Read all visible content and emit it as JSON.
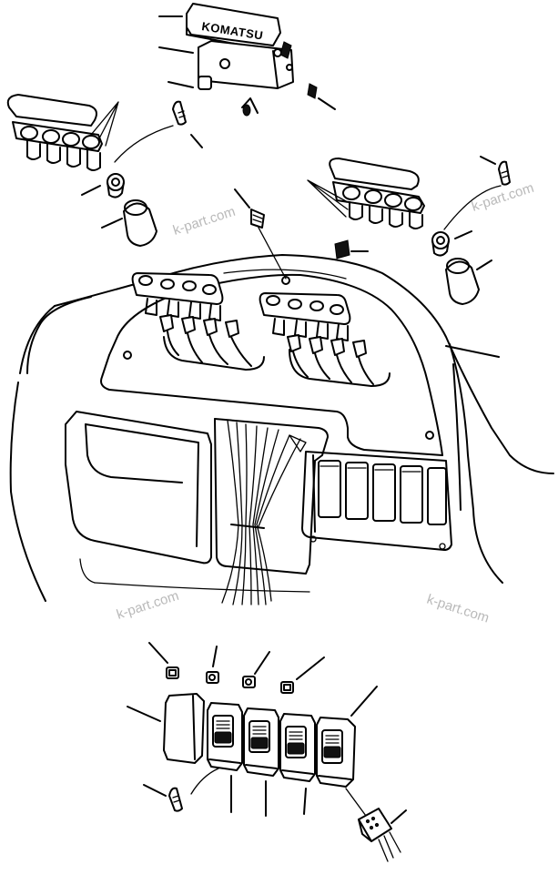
{
  "brand_label": "KOMATSU",
  "watermarks": [
    "k-part.com",
    "k-part.com",
    "k-part.com",
    "k-part.com"
  ]
}
